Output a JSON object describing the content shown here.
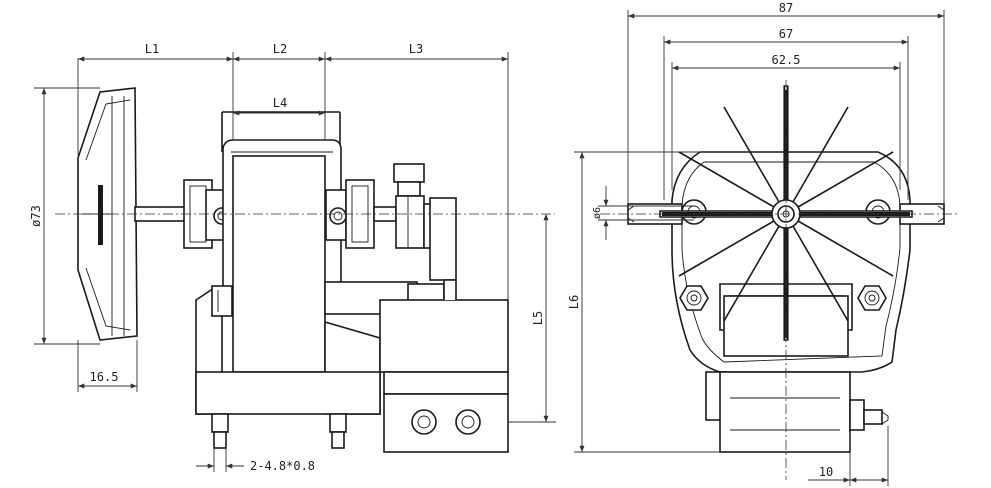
{
  "dimensions": {
    "l1": "L1",
    "l2": "L2",
    "l3": "L3",
    "l4": "L4",
    "l5": "L5",
    "l6": "L6",
    "dia73": "ø73",
    "dim165": "16.5",
    "terminals": "2-4.8*0.8",
    "dim87": "87",
    "dim67": "67",
    "dim625": "62.5",
    "dia6": "ø6",
    "dim10": "10"
  }
}
